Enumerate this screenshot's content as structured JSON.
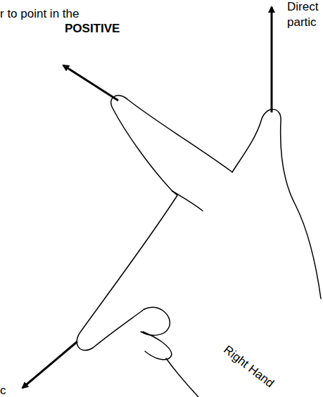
{
  "diagram": {
    "labels": [
      "r to point in the",
      "POSITIVE",
      "Direct",
      "partic",
      "c",
      "Right Hand"
    ]
  }
}
